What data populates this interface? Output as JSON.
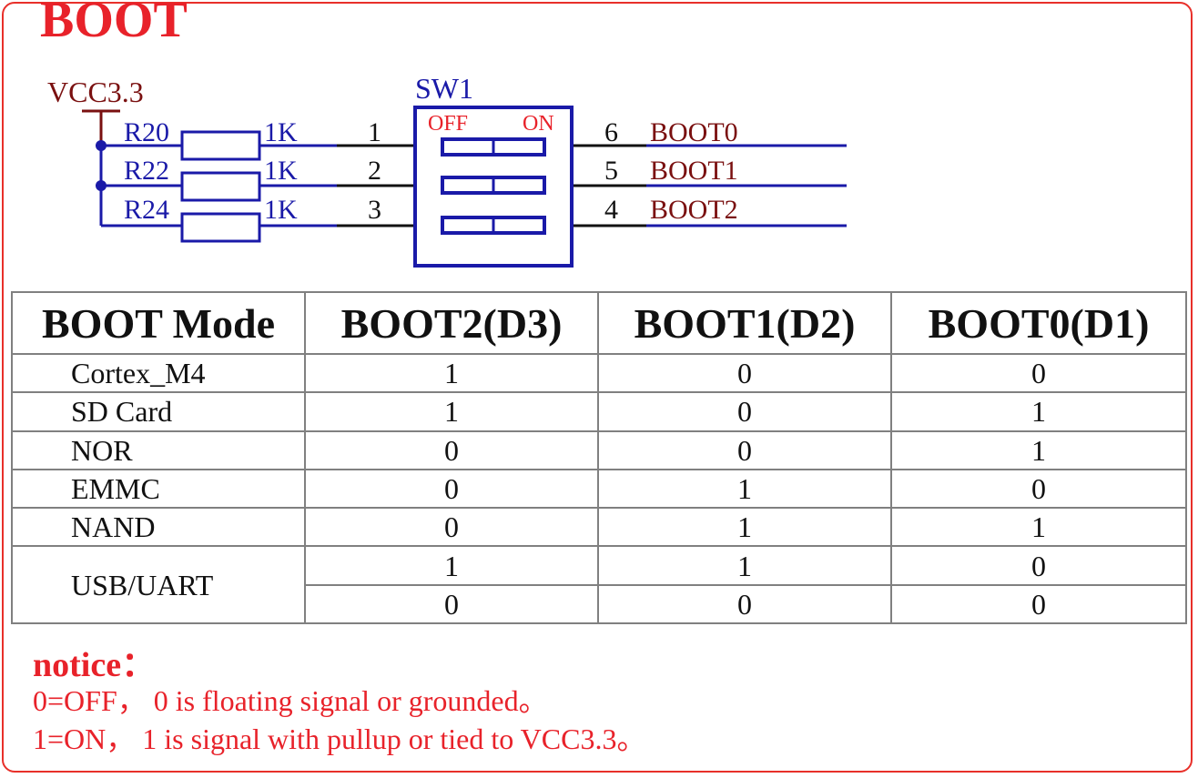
{
  "title": "BOOT",
  "schematic": {
    "power_label": "VCC3.3",
    "switch_ref": "SW1",
    "switch_off": "OFF",
    "switch_on": "ON",
    "resistors": [
      {
        "ref": "R20",
        "value": "1K",
        "left_pin": "1",
        "right_pin": "6",
        "net": "BOOT0"
      },
      {
        "ref": "R22",
        "value": "1K",
        "left_pin": "2",
        "right_pin": "5",
        "net": "BOOT1"
      },
      {
        "ref": "R24",
        "value": "1K",
        "left_pin": "3",
        "right_pin": "4",
        "net": "BOOT2"
      }
    ],
    "colors": {
      "wire": "#1a1aa8",
      "net_label": "#7a1010",
      "frame": "#e8302a",
      "title": "#e8222a",
      "switch_text": "#e8222a",
      "power": "#7a1010"
    }
  },
  "table": {
    "headers": [
      "BOOT Mode",
      "BOOT2(D3)",
      "BOOT1(D2)",
      "BOOT0(D1)"
    ],
    "rows": [
      {
        "mode": "Cortex_M4",
        "values": [
          "1",
          "0",
          "0"
        ]
      },
      {
        "mode": "SD Card",
        "values": [
          "1",
          "0",
          "1"
        ]
      },
      {
        "mode": "NOR",
        "values": [
          "0",
          "0",
          "1"
        ]
      },
      {
        "mode": "EMMC",
        "values": [
          "0",
          "1",
          "0"
        ]
      },
      {
        "mode": "NAND",
        "values": [
          "0",
          "1",
          "1"
        ]
      },
      {
        "mode": "USB/UART",
        "values": [
          "1",
          "1",
          "0"
        ]
      },
      {
        "mode": "",
        "values": [
          "0",
          "0",
          "0"
        ]
      }
    ]
  },
  "notice": {
    "heading": "notice：",
    "line1": "0=OFF， 0 is floating signal or grounded。",
    "line2": "1=ON， 1 is signal with pullup or tied to VCC3.3。"
  }
}
